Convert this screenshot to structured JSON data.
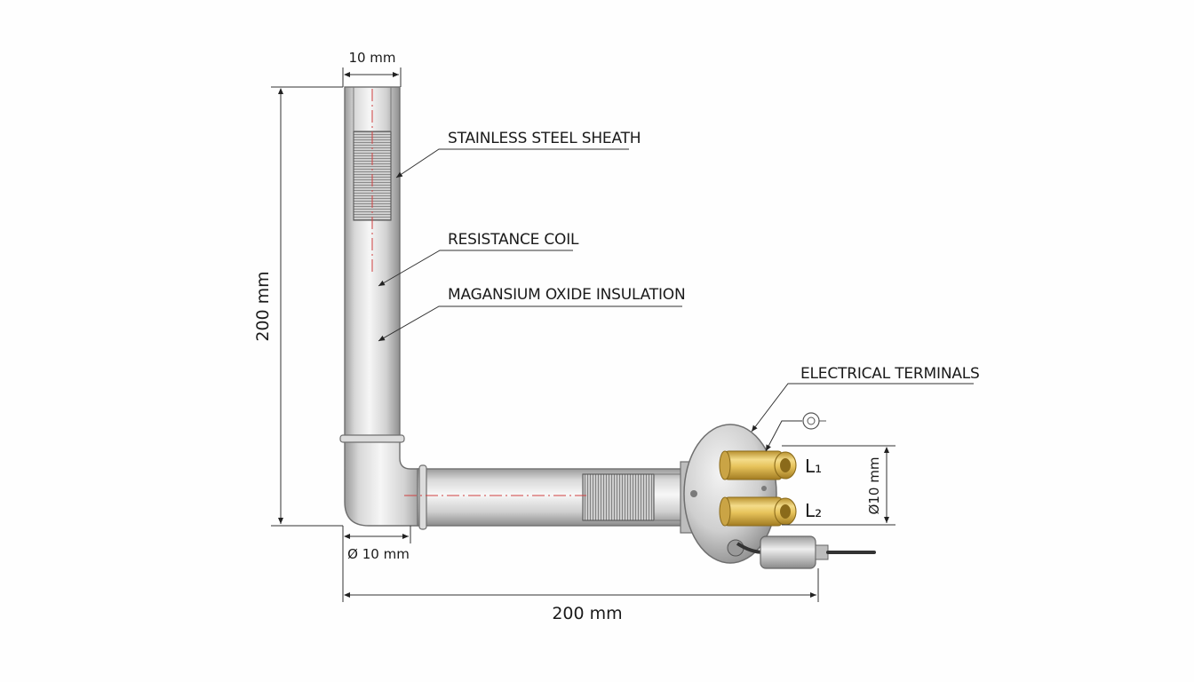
{
  "callouts": {
    "sheath": "STAINLESS STEEL SHEATH",
    "coil": "RESISTANCE COIL",
    "insulation": "MAGANSIUM OXIDE INSULATION",
    "terminals": "ELECTRICAL TERMINALS"
  },
  "dimensions": {
    "top_width": "10 mm",
    "vertical_length": "200 mm",
    "horizontal_length": "200 mm",
    "tube_diameter": "Ø 10 mm",
    "terminal_diameter": "Ø10 mm"
  },
  "terminals": {
    "l1": "L₁",
    "l2": "L₂"
  },
  "colors": {
    "steel_light": "#f2f2f2",
    "steel_mid": "#c9c9c9",
    "steel_dark": "#8e8e8e",
    "brass_light": "#f4dc8a",
    "brass_dark": "#b8912f",
    "centerline": "#d04040"
  }
}
